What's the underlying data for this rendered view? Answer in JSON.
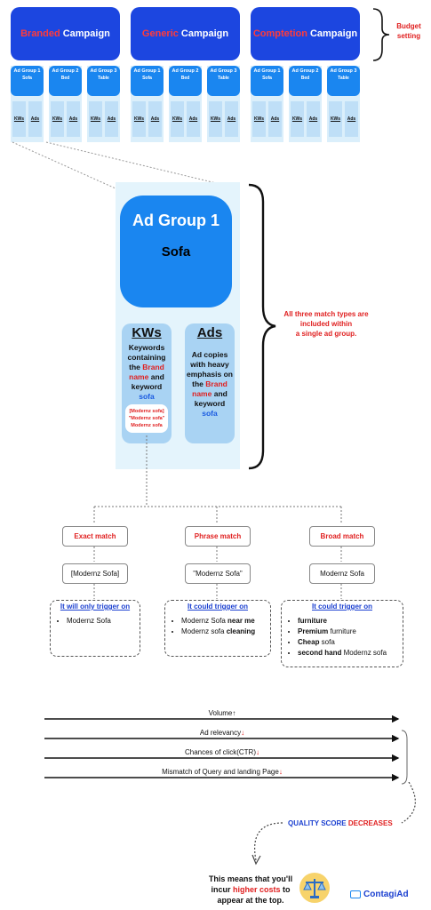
{
  "campaigns": [
    {
      "keyword": "Branded",
      "label": "Campaign"
    },
    {
      "keyword": "Generic",
      "label": "Campaign"
    },
    {
      "keyword": "Comptetion",
      "label": "Campaign"
    }
  ],
  "budget_setting": "Budget\nsetting",
  "ad_groups": [
    {
      "title": "Ad Group 1",
      "sub": "Sofa"
    },
    {
      "title": "Ad Group 2",
      "sub": "Bed"
    },
    {
      "title": "Ad Group 3",
      "sub": "Table"
    }
  ],
  "mini_labels": {
    "kws": "KWs",
    "ads": "Ads"
  },
  "detail": {
    "title": "Ad Group 1",
    "sub": "Sofa",
    "kws_head": "KWs",
    "kws_text_1": "Keywords containing the",
    "kws_text_brand": "Brand name",
    "kws_text_2": "and keyword",
    "kws_text_kw": "sofa",
    "examples": [
      "[Modernz sofa]",
      "\"Modernz sofa\"",
      "Modernz sofa"
    ],
    "ads_head": "Ads",
    "ads_text_1": "Ad copies with heavy emphasis on the",
    "ads_text_brand": "Brand name",
    "ads_text_2": "and keyword",
    "ads_text_kw": "sofa"
  },
  "brace_note": "All three match types are\nincluded within\na single ad group.",
  "match_types": [
    {
      "name": "Exact match",
      "keyword": "[Modernz Sofa]",
      "trigger_head": "It will only trigger on",
      "items": [
        [
          "Modernz Sofa",
          ""
        ]
      ]
    },
    {
      "name": "Phrase match",
      "keyword": "\"Modernz Sofa\"",
      "trigger_head": "It could trigger on",
      "items": [
        [
          "Modernz Sofa ",
          "near me"
        ],
        [
          "Modernz sofa ",
          "cleaning"
        ]
      ]
    },
    {
      "name": "Broad match",
      "keyword": "Modernz Sofa",
      "trigger_head": "It could trigger on",
      "items": [
        [
          "",
          "furniture"
        ],
        [
          "",
          "Premium",
          " furniture"
        ],
        [
          "",
          "Cheap",
          " sofa"
        ],
        [
          "",
          "second hand",
          " Modernz sofa"
        ]
      ]
    }
  ],
  "metrics": [
    {
      "label": "Volume",
      "arrow": "↑",
      "arrow_color": "#111111"
    },
    {
      "label": "Ad relevancy",
      "arrow": "↓",
      "arrow_color": "#e02020"
    },
    {
      "label": "Chances of click(CTR)",
      "arrow": "↓",
      "arrow_color": "#e02020"
    },
    {
      "label": "Mismatch of Query and landing Page",
      "arrow": "↓",
      "arrow_color": "#e02020"
    }
  ],
  "quality": {
    "part1": "QUALITY  SCORE",
    "part2": "DECREASES"
  },
  "final": {
    "line1": "This means that you'll",
    "line2a": "incur",
    "line2b": "higher costs",
    "line2c": "to",
    "line3": "appear at the top."
  },
  "brand": "ContagiAd",
  "colors": {
    "campaign": "#1c46e0",
    "adgroup": "#1a86f0",
    "accent_red": "#e02020",
    "accent_blue": "#1a3fd0"
  }
}
